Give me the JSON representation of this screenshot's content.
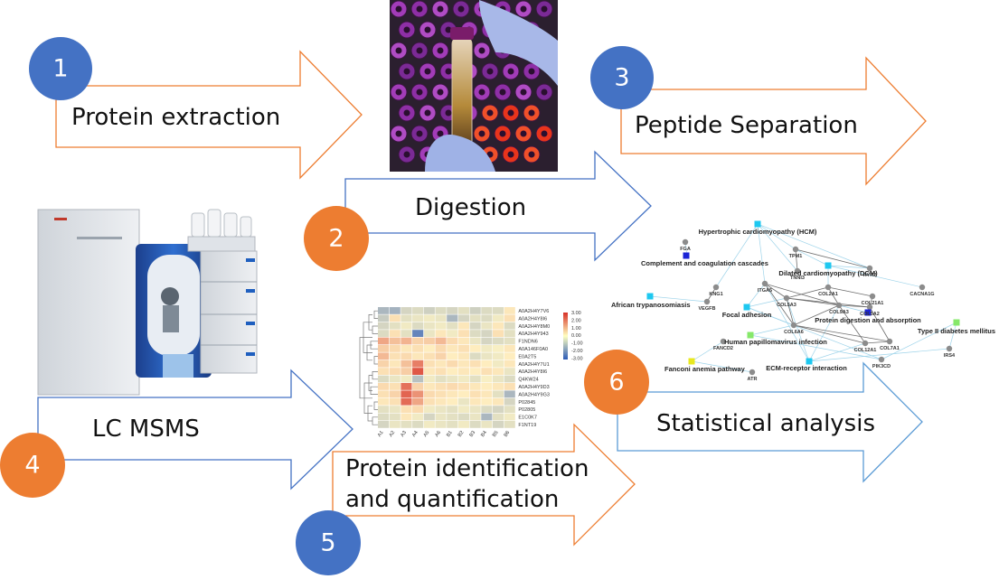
{
  "steps": [
    {
      "number": "1",
      "label": "Protein extraction",
      "circle_color": "#4472c4",
      "arrow_color": "#ed7d31"
    },
    {
      "number": "2",
      "label": "Digestion",
      "circle_color": "#ed7d31",
      "arrow_color": "#4472c4"
    },
    {
      "number": "3",
      "label": "Peptide Separation",
      "circle_color": "#4472c4",
      "arrow_color": "#ed7d31"
    },
    {
      "number": "4",
      "label": "LC MSMS",
      "circle_color": "#ed7d31",
      "arrow_color": "#4472c4"
    },
    {
      "number": "5",
      "label_line1": "Protein identification",
      "label_line2": "and quantification",
      "circle_color": "#4472c4",
      "arrow_color": "#ed7d31"
    },
    {
      "number": "6",
      "label": "Statistical analysis",
      "circle_color": "#ed7d31",
      "arrow_color": "#5b9bd5"
    }
  ],
  "heatmap": {
    "rows": [
      "A0A2H4Y7V6",
      "A0A2H4Y8I6",
      "A0A2H4Y8M0",
      "A0A2H4Y943",
      "F1NDN6",
      "A0A146F0A0",
      "E0A2T5",
      "A0A2H4Y7U1",
      "A0A2H4Y8I6",
      "Q4KW24",
      "A0A2H4Y9D3",
      "A0A2H4Y9G3",
      "P02845",
      "P02805",
      "E1C0K7",
      "F1NT19"
    ],
    "cols": [
      "A1",
      "A2",
      "A3",
      "A4",
      "A5",
      "A6",
      "B1",
      "B2",
      "B3",
      "B4",
      "B5",
      "B6"
    ],
    "legend_ticks": [
      "3.00",
      "2.00",
      "1.00",
      "0.00",
      "-1.00",
      "-2.00",
      "-3.00"
    ],
    "values": [
      [
        -1.2,
        -1.3,
        -0.6,
        -0.5,
        -0.7,
        -0.5,
        -0.6,
        -0.4,
        -0.7,
        -0.5,
        -0.5,
        0.2
      ],
      [
        -0.8,
        0.3,
        -0.4,
        -0.3,
        -0.2,
        -0.3,
        -1.2,
        -0.6,
        -0.4,
        -0.5,
        -0.2,
        0.3
      ],
      [
        -0.6,
        -0.4,
        -0.2,
        -0.5,
        -0.3,
        -0.2,
        -0.4,
        0.2,
        -0.6,
        -0.3,
        0.2,
        -0.5
      ],
      [
        -0.5,
        0.3,
        -0.4,
        -2.2,
        -0.3,
        0.2,
        -0.2,
        0.3,
        -0.5,
        -0.6,
        0.3,
        -0.4
      ],
      [
        1.2,
        0.8,
        1.0,
        0.5,
        0.6,
        0.9,
        0.4,
        0.2,
        -0.3,
        -0.6,
        -0.5,
        -0.4
      ],
      [
        0.6,
        0.4,
        0.2,
        0.3,
        0.1,
        0.4,
        0.2,
        0.3,
        0.1,
        -0.2,
        -0.1,
        0.2
      ],
      [
        0.9,
        0.3,
        0.4,
        0.2,
        0.3,
        0.5,
        0.1,
        0.2,
        -0.5,
        -0.3,
        -0.2,
        0.1
      ],
      [
        0.5,
        0.2,
        0.8,
        1.8,
        0.3,
        0.2,
        0.4,
        0.2,
        0.3,
        0.1,
        -0.2,
        0.2
      ],
      [
        0.3,
        0.4,
        0.6,
        2.4,
        0.2,
        0.3,
        0.1,
        0.2,
        0.1,
        0.3,
        0.2,
        -0.3
      ],
      [
        -0.5,
        -0.3,
        -0.2,
        -1.0,
        -0.2,
        -0.4,
        -0.3,
        -0.2,
        -0.4,
        -0.1,
        -0.3,
        -0.5
      ],
      [
        0.4,
        0.3,
        2.0,
        0.5,
        0.2,
        0.3,
        0.4,
        0.3,
        0.2,
        0.1,
        0.2,
        0.3
      ],
      [
        0.3,
        0.5,
        2.2,
        1.5,
        0.4,
        0.3,
        0.2,
        0.1,
        0.3,
        0.2,
        -0.4,
        -1.2
      ],
      [
        0.2,
        0.3,
        2.1,
        1.2,
        0.3,
        0.2,
        0.1,
        -0.3,
        0.2,
        0.1,
        0.2,
        -0.6
      ],
      [
        -0.4,
        -0.3,
        0.3,
        0.4,
        -0.2,
        -0.3,
        -0.4,
        -0.2,
        -0.3,
        -0.5,
        -0.6,
        -0.4
      ],
      [
        -0.5,
        -0.4,
        0.2,
        -0.2,
        -0.6,
        -0.3,
        -0.4,
        -0.5,
        -0.3,
        -1.2,
        -0.4,
        -0.2
      ],
      [
        -0.6,
        -0.3,
        -0.4,
        -0.5,
        -0.2,
        -0.3,
        -0.4,
        -0.2,
        -0.5,
        -0.3,
        -0.6,
        -0.4
      ]
    ]
  },
  "network": {
    "pathways": [
      {
        "label": "Hypertrophic cardiomyopathy (HCM)",
        "color": "#1ec8f0"
      },
      {
        "label": "Complement and coagulation cascades",
        "color": "#1a23d6"
      },
      {
        "label": "Dilated cardiomyopathy (DCM)",
        "color": "#1ec8f0"
      },
      {
        "label": "African trypanosomiasis",
        "color": "#1ec8f0"
      },
      {
        "label": "Focal adhesion",
        "color": "#1ec8f0"
      },
      {
        "label": "Protein digestion and absorption",
        "color": "#1a23d6"
      },
      {
        "label": "Human papillomavirus infection",
        "color": "#86e86a"
      },
      {
        "label": "Type II diabetes mellitus",
        "color": "#86e86a"
      },
      {
        "label": "Fanconi anemia pathway",
        "color": "#e8e81e"
      },
      {
        "label": "ECM-receptor interaction",
        "color": "#1ec8f0"
      }
    ],
    "genes": [
      "FGA",
      "TPM1",
      "TNNI3",
      "RYR2",
      "KNG1",
      "ITGA5",
      "COL2A1",
      "COL21A1",
      "CACNA1G",
      "VEGFB",
      "COL5A3",
      "COL9A3",
      "COL5A2",
      "COL6A6",
      "FANCD2",
      "ATR",
      "COL12A1",
      "COL7A1",
      "IRS4",
      "PIK3CD"
    ]
  },
  "colors": {
    "gene_node": "#8c8c8c",
    "edge_dark": "#6e6e6e",
    "edge_light": "#9fd4ea"
  }
}
